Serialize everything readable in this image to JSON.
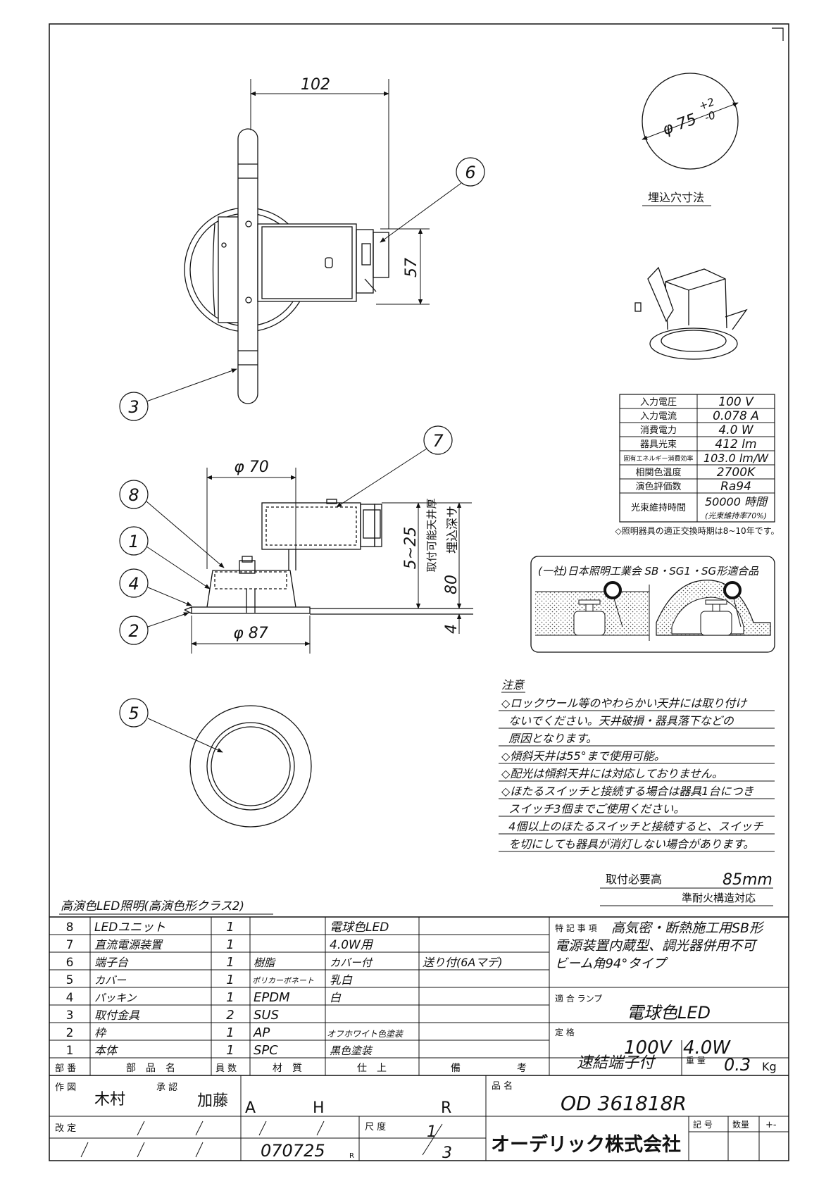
{
  "dimensions": {
    "width_102": "102",
    "height_57": "57",
    "dia_70": "φ 70",
    "dia_87": "φ 87",
    "range_5_25": "5~25",
    "ceiling_thickness": "取付可能天井厚",
    "depth_80": "80",
    "depth_label": "埋込深サ",
    "flange_4": "4"
  },
  "callouts": [
    "1",
    "2",
    "3",
    "4",
    "5",
    "6",
    "7",
    "8"
  ],
  "cutout": {
    "dia": "φ 75",
    "tol_plus": "+2",
    "tol_minus": "-0",
    "label": "埋込穴寸法"
  },
  "specs": [
    {
      "label": "入力電圧",
      "value": "100 V"
    },
    {
      "label": "入力電流",
      "value": "0.078 A"
    },
    {
      "label": "消費電力",
      "value": "4.0 W"
    },
    {
      "label": "器具光束",
      "value": "412 lm"
    },
    {
      "label": "固有エネルギー消費効率",
      "value": "103.0 lm/W"
    },
    {
      "label": "相関色温度",
      "value": "2700K"
    },
    {
      "label": "演色評価数",
      "value": "Ra94"
    },
    {
      "label": "光束維持時間",
      "value": "50000 時間",
      "sub": "(光束維持率70%)"
    }
  ],
  "spec_note": "◇照明器具の適正交換時期は8~10年です。",
  "jil": {
    "title": "(一社)日本照明工業会  SB・SG1・SG形適合品"
  },
  "notes": {
    "title": "注意",
    "lines": [
      "◇ロックウール等のやわらかい天井には取り付け",
      "  ないでください。天井破損・器具落下などの",
      "  原因となります。",
      "◇傾斜天井は55°まで使用可能。",
      "◇配光は傾斜天井には対応しておりません。",
      "◇ほたるスイッチと接続する場合は器具1台につき",
      "  スイッチ3個までご使用ください。",
      "  4個以上のほたるスイッチと接続すると、スイッチ",
      "  を切にしても器具が消灯しない場合があります。"
    ]
  },
  "mount": {
    "label": "取付必要高",
    "value": "85mm",
    "fire": "準耐火構造対応"
  },
  "product_title": "高演色LED照明(高演色形クラス2)",
  "parts": [
    {
      "no": "8",
      "name": "LEDユニット",
      "qty": "1",
      "mat": "",
      "finish": "電球色LED",
      "remark": ""
    },
    {
      "no": "7",
      "name": "直流電源装置",
      "qty": "1",
      "mat": "",
      "finish": "4.0W用",
      "remark": ""
    },
    {
      "no": "6",
      "name": "端子台",
      "qty": "1",
      "mat": "樹脂",
      "finish": "カバー付",
      "remark": "送り付(6Aマデ)"
    },
    {
      "no": "5",
      "name": "カバー",
      "qty": "1",
      "mat": "ポリカーボネート",
      "finish": "乳白",
      "remark": ""
    },
    {
      "no": "4",
      "name": "パッキン",
      "qty": "1",
      "mat": "EPDM",
      "finish": "白",
      "remark": ""
    },
    {
      "no": "3",
      "name": "取付金具",
      "qty": "2",
      "mat": "SUS",
      "finish": "",
      "remark": ""
    },
    {
      "no": "2",
      "name": "枠",
      "qty": "1",
      "mat": "AP",
      "finish": "オフホワイト色塗装",
      "remark": ""
    },
    {
      "no": "1",
      "name": "本体",
      "qty": "1",
      "mat": "SPC",
      "finish": "黒色塗装",
      "remark": ""
    }
  ],
  "parts_header": {
    "no": "部 番",
    "name": "部　品　名",
    "qty": "員 数",
    "mat": "材　質",
    "finish": "仕　上",
    "remark1": "備",
    "remark2": "考"
  },
  "features": {
    "label": "特 記 事 項",
    "line1": "高気密・断熱施工用SB形",
    "line2": "電源装置内蔵型、調光器併用不可",
    "line3": "ビーム角94°タイプ"
  },
  "lamp": {
    "label": "適 合 ランプ",
    "value": "電球色LED"
  },
  "rating": {
    "label": "定 格",
    "value": "100V  4.0W"
  },
  "terminal": "速結端子付",
  "weight": {
    "label": "重 量",
    "value": "0.3",
    "unit": "Kg"
  },
  "title_block": {
    "drawn_label": "作 図",
    "drawn": "木村",
    "approved_label": "承 認",
    "approved": "加藤",
    "a": "A",
    "h": "H",
    "r": "R",
    "name_label": "品 名",
    "model": "OD 361818R",
    "rev_label": "改 定",
    "scale_label": "尺 度",
    "scale_num": "1",
    "scale_den": "3",
    "company": "オーデリック株式会社",
    "sym_label": "記 号",
    "qty_label": "数量",
    "plus_minus": "+-",
    "date": "070725",
    "date_suffix": "R"
  }
}
